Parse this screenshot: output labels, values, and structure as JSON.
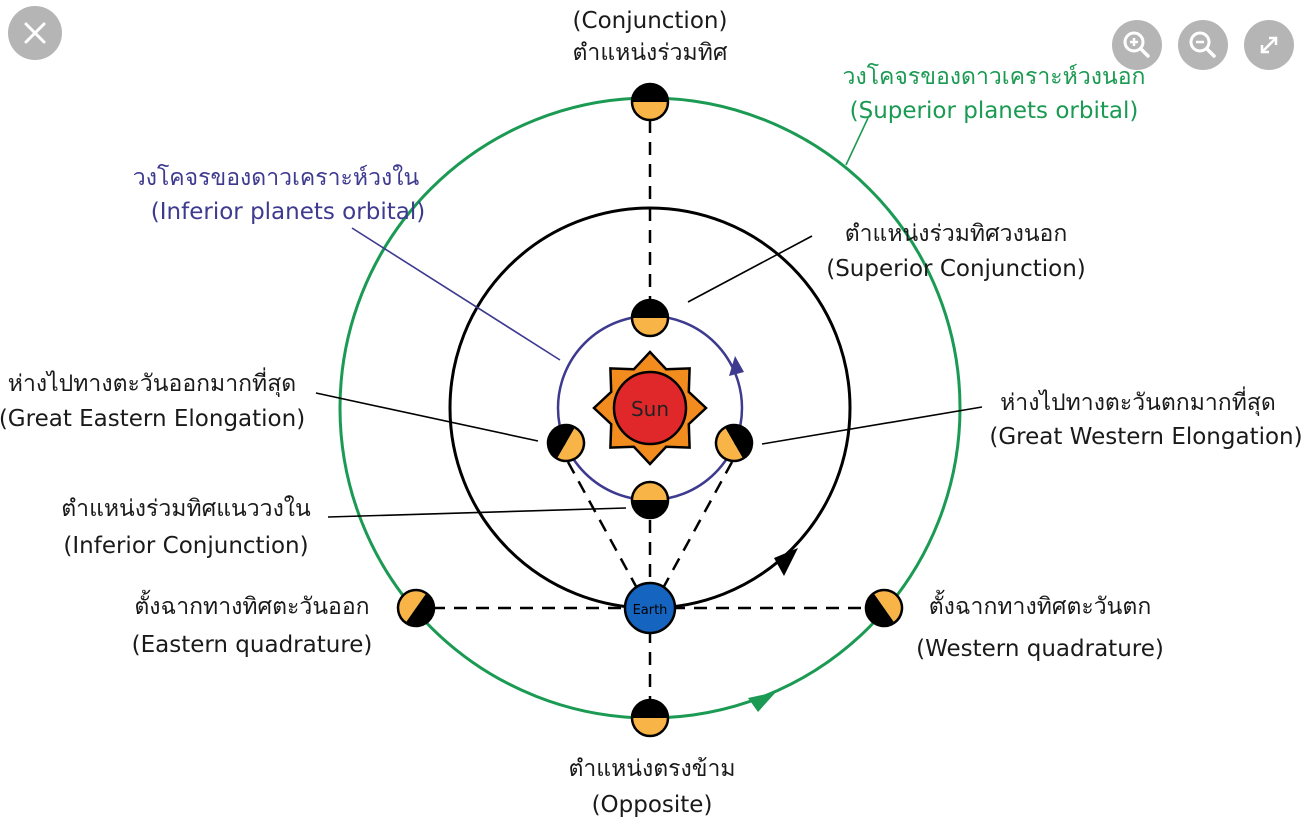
{
  "viewer": {
    "close_icon": "close-icon",
    "zoom_in_icon": "zoom-in-icon",
    "zoom_out_icon": "zoom-out-icon",
    "fullscreen_icon": "expand-icon"
  },
  "colors": {
    "outer_orbit": "#1a9a52",
    "inner_orbit": "#3d3a8f",
    "earth_orbit": "#000000",
    "sun_outer": "#f28c1e",
    "sun_inner": "#e0272a",
    "planet_light": "#f9b447",
    "earth": "#1565c0"
  },
  "labels": {
    "conjunction_en": "(Conjunction)",
    "conjunction_th": "ตำแหน่งร่วมทิศ",
    "outer_orbit_th": "วงโคจรของดาวเคราะห์วงนอก",
    "outer_orbit_en": "(Superior planets orbital)",
    "inner_orbit_th": "วงโคจรของดาวเคราะห์วงใน",
    "inner_orbit_en": "(Inferior planets orbital)",
    "superior_conj_th": "ตำแหน่งร่วมทิศวงนอก",
    "superior_conj_en": "(Superior Conjunction)",
    "east_elong_th": "ห่างไปทางตะวันออกมากที่สุด",
    "east_elong_en": "(Great Eastern Elongation)",
    "west_elong_th": "ห่างไปทางตะวันตกมากที่สุด",
    "west_elong_en": "(Great Western Elongation)",
    "inferior_conj_th": "ตำแหน่งร่วมทิศแนววงใน",
    "inferior_conj_en": "(Inferior Conjunction)",
    "east_quad_th": "ตั้งฉากทางทิศตะวันออก",
    "east_quad_en": "(Eastern quadrature)",
    "west_quad_th": "ตั้งฉากทางทิศตะวันตก",
    "west_quad_en": "(Western quadrature)",
    "opposite_th": "ตำแหน่งตรงข้าม",
    "opposite_en": "(Opposite)",
    "sun": "Sun",
    "earth": "Earth"
  }
}
